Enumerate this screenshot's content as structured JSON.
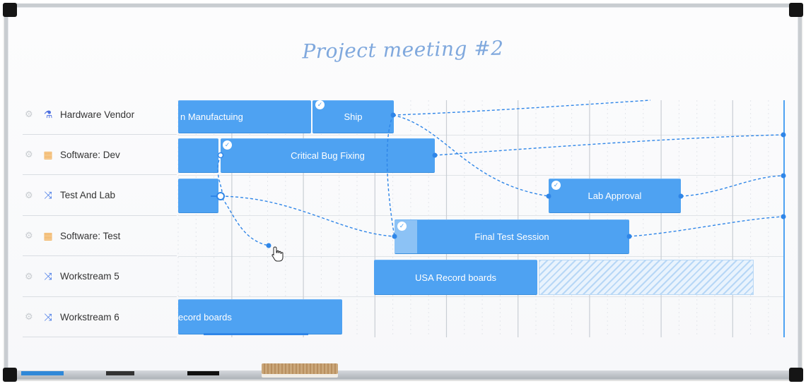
{
  "board": {
    "title": "Project meeting #2"
  },
  "resources": [
    {
      "name": "Hardware Vendor",
      "icon": "flask-icon",
      "color": "#4c6fe0"
    },
    {
      "name": "Software: Dev",
      "icon": "calendar-icon",
      "color": "#f0a23a"
    },
    {
      "name": "Test And Lab",
      "icon": "shuffle-icon",
      "color": "#3f74e6"
    },
    {
      "name": "Software: Test",
      "icon": "calendar-icon",
      "color": "#f0a23a"
    },
    {
      "name": "Workstream 5",
      "icon": "shuffle-icon",
      "color": "#3f74e6"
    },
    {
      "name": "Workstream 6",
      "icon": "shuffle-icon",
      "color": "#3f74e6"
    }
  ],
  "tasks": {
    "manufacturing": "n Manufactuing",
    "ship": "Ship",
    "critical_bug_fixing": "Critical Bug Fixing",
    "lab_approval": "Lab Approval",
    "final_test_session": "Final Test Session",
    "usa_record_boards": "USA Record boards",
    "record_boards": "ecord boards"
  },
  "icons": {
    "gear": "gear-icon",
    "check": "check-icon",
    "cursor": "hand-pointer-icon"
  },
  "colors": {
    "task_blue": "#4ea2f2",
    "title": "#7fa8dd",
    "connector": "#2f86e8"
  }
}
